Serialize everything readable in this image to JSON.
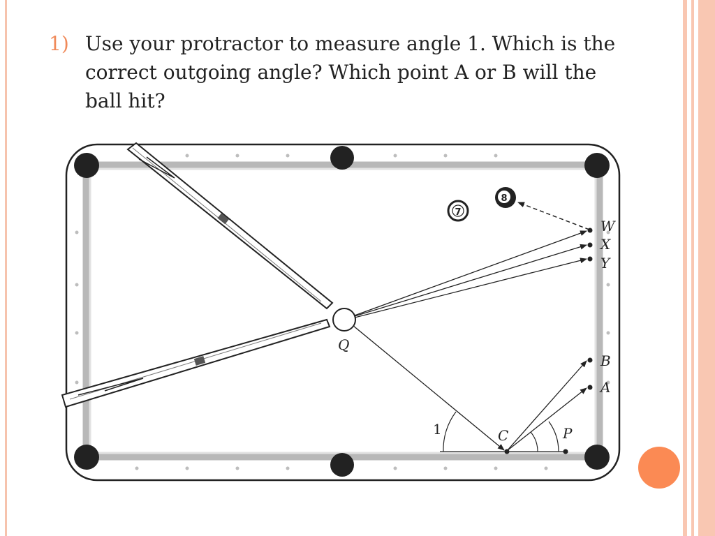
{
  "question": {
    "number": "1)",
    "text": "Use your protractor to measure angle 1.  Which is the correct outgoing angle?  Which point A or B will the ball hit?"
  },
  "diagram": {
    "balls": {
      "seven": "7",
      "eight": "8"
    },
    "labels": {
      "W": "W",
      "X": "X",
      "Y": "Y",
      "B": "B",
      "A": "A",
      "Q": "Q",
      "C": "C",
      "P": "P",
      "angle1": "1"
    }
  },
  "colors": {
    "accent": "#f08a5a",
    "side_bar": "#f9c7b2",
    "dot": "#fb8a54"
  }
}
